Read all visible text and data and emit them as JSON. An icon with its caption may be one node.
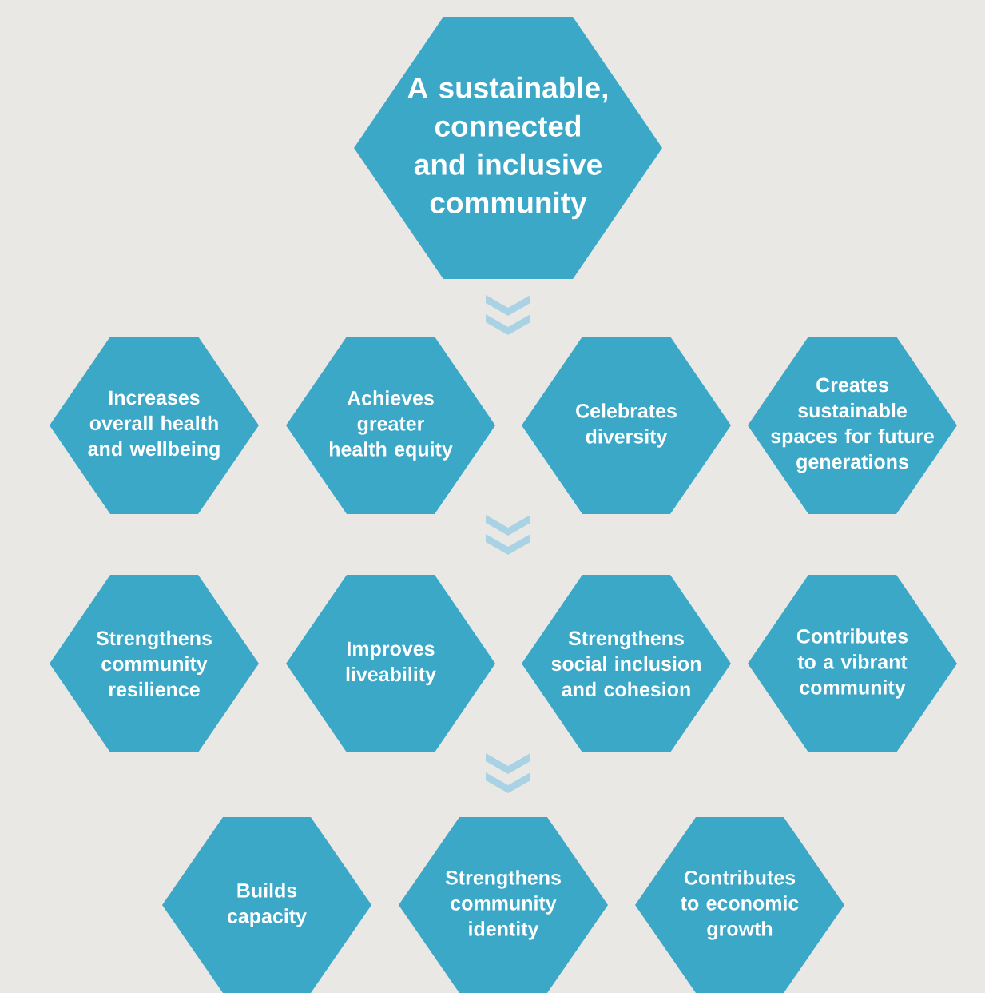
{
  "diagram": {
    "nodes": [
      {
        "text": [
          "A sustainable, connected and inclusive community"
        ]
      },
      {
        "text": [],
        "shape": "chevron"
      },
      {
        "text": [
          "Increases overall health and wellbeing"
        ]
      },
      {
        "text": [
          "Achieves greater health equity"
        ]
      },
      {
        "text": [
          "Celebrates diversity"
        ]
      },
      {
        "text": [
          "Creates sustainable spaces for future generations"
        ]
      },
      {
        "text": [],
        "shape": "chevron"
      },
      {
        "text": [
          "Strengthens community resilience"
        ]
      },
      {
        "text": [
          "Improves liveability"
        ]
      },
      {
        "text": [
          "Strengthens social inclusion and cohesion"
        ]
      },
      {
        "text": [
          "Contributes to a vibrant community"
        ]
      },
      {
        "text": [],
        "shape": "chevron"
      },
      {
        "text": [
          "Builds capacity"
        ]
      },
      {
        "text": [
          "Strengthens community identity"
        ]
      },
      {
        "text": [
          "Contributes to economic growth"
        ]
      }
    ]
  }
}
